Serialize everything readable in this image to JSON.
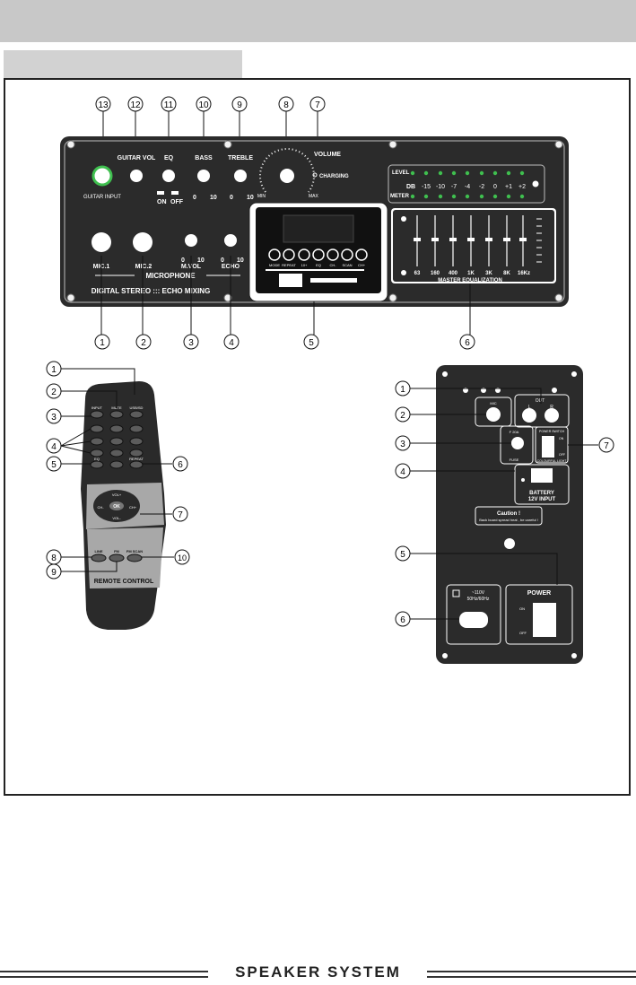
{
  "panel": {
    "title_line": "DIGITAL STEREO ::: ECHO MIXING",
    "microphone_label": "MICROPHONE",
    "knob_labels": {
      "guitar_vol": "GUITAR VOL",
      "eq": "EQ",
      "bass": "BASS",
      "treble": "TREBLE",
      "volume": "VOLUME",
      "guitar_input": "GUITAR INPUT",
      "mic1": "MIC.1",
      "mic2": "MIC.2",
      "mvol": "M.VOL",
      "echo": "ECHO"
    },
    "eq_switch": {
      "on": "ON",
      "off": "OFF"
    },
    "scale": {
      "zero": "0",
      "ten": "10",
      "min": "MIN",
      "max": "MAX"
    },
    "charging": "CHARGING",
    "meter": {
      "level": "LEVEL",
      "meter": "METER",
      "db": "DB",
      "db_values": [
        "-15",
        "-10",
        "-7",
        "-4",
        "-2",
        "0",
        "+1",
        "+2"
      ]
    },
    "equalizer": {
      "title": "MASTER EQUALIZATION",
      "bands": [
        "63",
        "160",
        "400",
        "1K",
        "3K",
        "8K",
        "16Kz"
      ]
    },
    "player_buttons": [
      "MODE",
      "REPEAT",
      "10+",
      "EQ",
      "CH-",
      "SCAN",
      "CH+"
    ],
    "callouts_top": [
      "13",
      "12",
      "11",
      "10",
      "9",
      "8",
      "7"
    ],
    "callouts_bottom": [
      "1",
      "2",
      "3",
      "4",
      "5",
      "6"
    ]
  },
  "remote": {
    "label": "REMOTE CONTROL",
    "keys": {
      "input": "INPUT",
      "mute": "MUTE",
      "usb_sd": "USB/SD",
      "eq": "EQ",
      "repeat": "REPEAT",
      "vol_up": "VOL+",
      "vol_down": "VOL-",
      "ok": "OK",
      "ch_prev": "CH-",
      "ch_next": "CH+",
      "line": "LINE",
      "fm": "FM",
      "fm_scan": "FM SCAN"
    },
    "callouts": [
      "1",
      "2",
      "3",
      "4",
      "5",
      "6",
      "7",
      "8",
      "9",
      "10"
    ]
  },
  "rear_panel": {
    "mic_label": "MIC",
    "out_label": "OUT",
    "l_label": "L",
    "r_label": "R",
    "fuse_rating": "F 20A",
    "fuse_label": "FUSE",
    "power_switch": "POWER SWITCH",
    "colourful_light": "COLOURFUL LIGHT",
    "on": "ON",
    "off": "OFF",
    "battery": "BATTERY",
    "battery_input": "12V INPUT",
    "caution_title": "Caution !",
    "caution_text": "Back board spread heat , be careful !",
    "ac_voltage": "~110V",
    "ac_freq": "50Hz/60Hz",
    "power": "POWER",
    "callouts": [
      "1",
      "2",
      "3",
      "4",
      "5",
      "6",
      "7"
    ]
  },
  "footer": {
    "title": "SPEAKER SYSTEM"
  },
  "colors": {
    "panel": "#2b2b2b",
    "band": "#c8c8c8",
    "led": "#3fbf4f",
    "guitar_ring": "#3fbf4f"
  }
}
